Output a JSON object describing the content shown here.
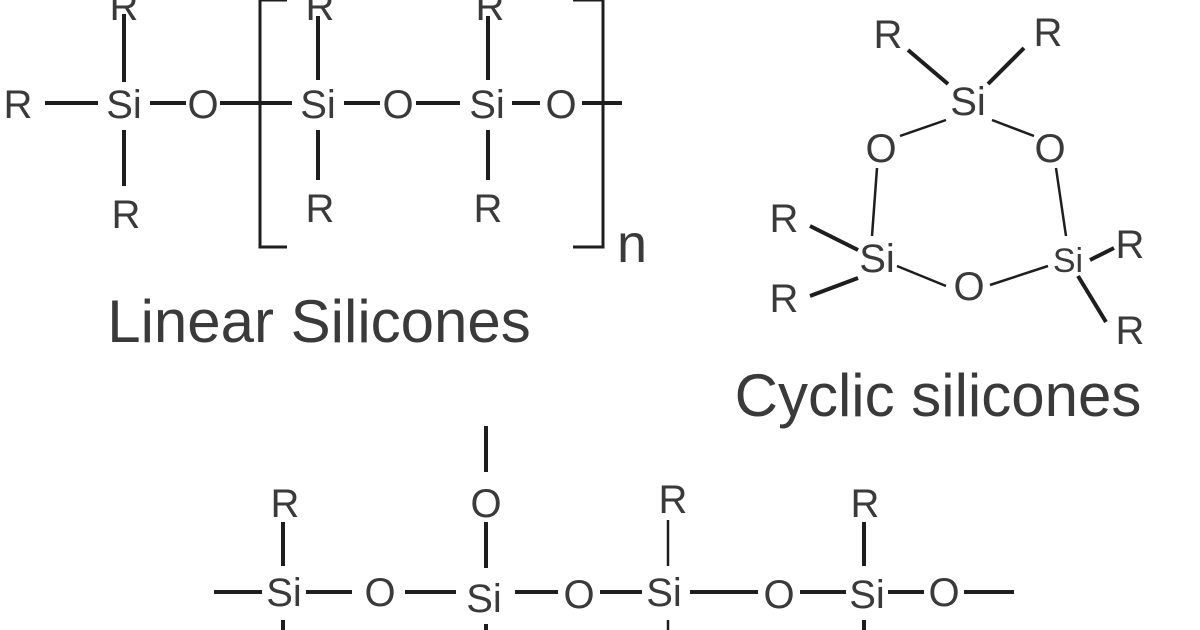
{
  "labels": {
    "linear_caption": "Linear Silicones",
    "cyclic_caption": "Cyclic silicones",
    "repeat_subscript": "n"
  },
  "atoms": {
    "R": "R",
    "Si": "Si",
    "O": "O"
  },
  "colors": {
    "ink": "#1e1e1e",
    "text": "#3a3a3a",
    "background": "#ffffff"
  }
}
